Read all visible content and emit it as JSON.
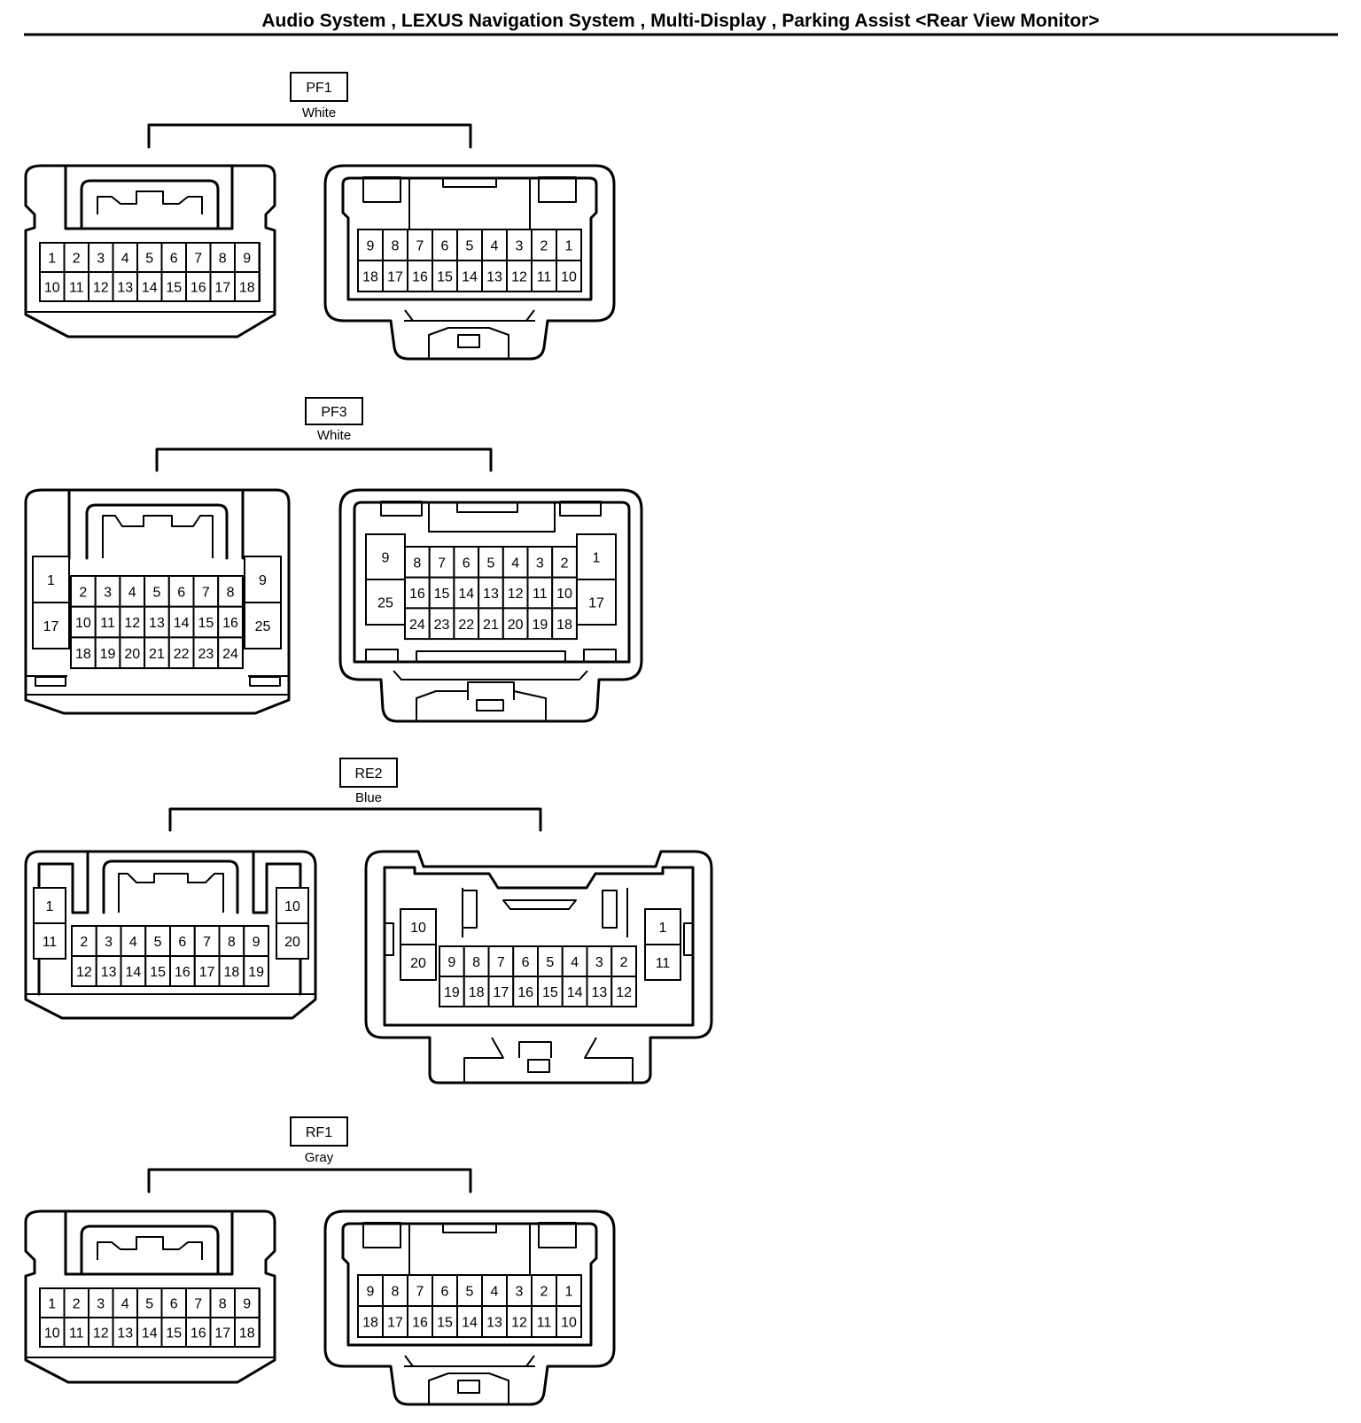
{
  "title": "Audio System , LEXUS Navigation System , Multi-Display , Parking Assist <Rear View Monitor>",
  "connectors": [
    {
      "code": "PF1",
      "color": "White"
    },
    {
      "code": "PF3",
      "color": "White"
    },
    {
      "code": "RE2",
      "color": "Blue"
    },
    {
      "code": "RF1",
      "color": "Gray"
    }
  ]
}
